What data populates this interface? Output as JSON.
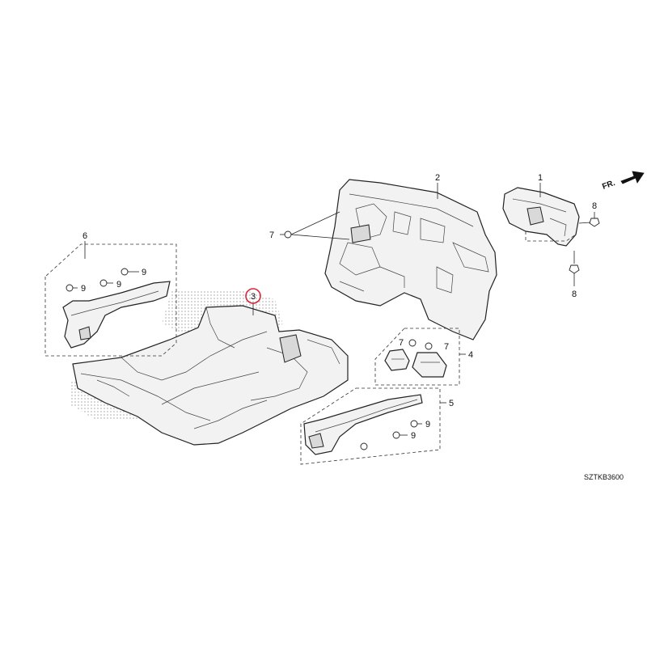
{
  "diagram_code": "SZTKB3600",
  "direction_label": "FR.",
  "callouts": {
    "c1": "1",
    "c2": "2",
    "c3": "3",
    "c4": "4",
    "c5": "5",
    "c6": "6",
    "c7a": "7",
    "c7b": "7",
    "c7c": "7",
    "c8a": "8",
    "c8b": "8",
    "c9a": "9",
    "c9b": "9",
    "c9c": "9",
    "c9d": "9",
    "c9e": "9"
  },
  "highlight_color": "#d9263a"
}
